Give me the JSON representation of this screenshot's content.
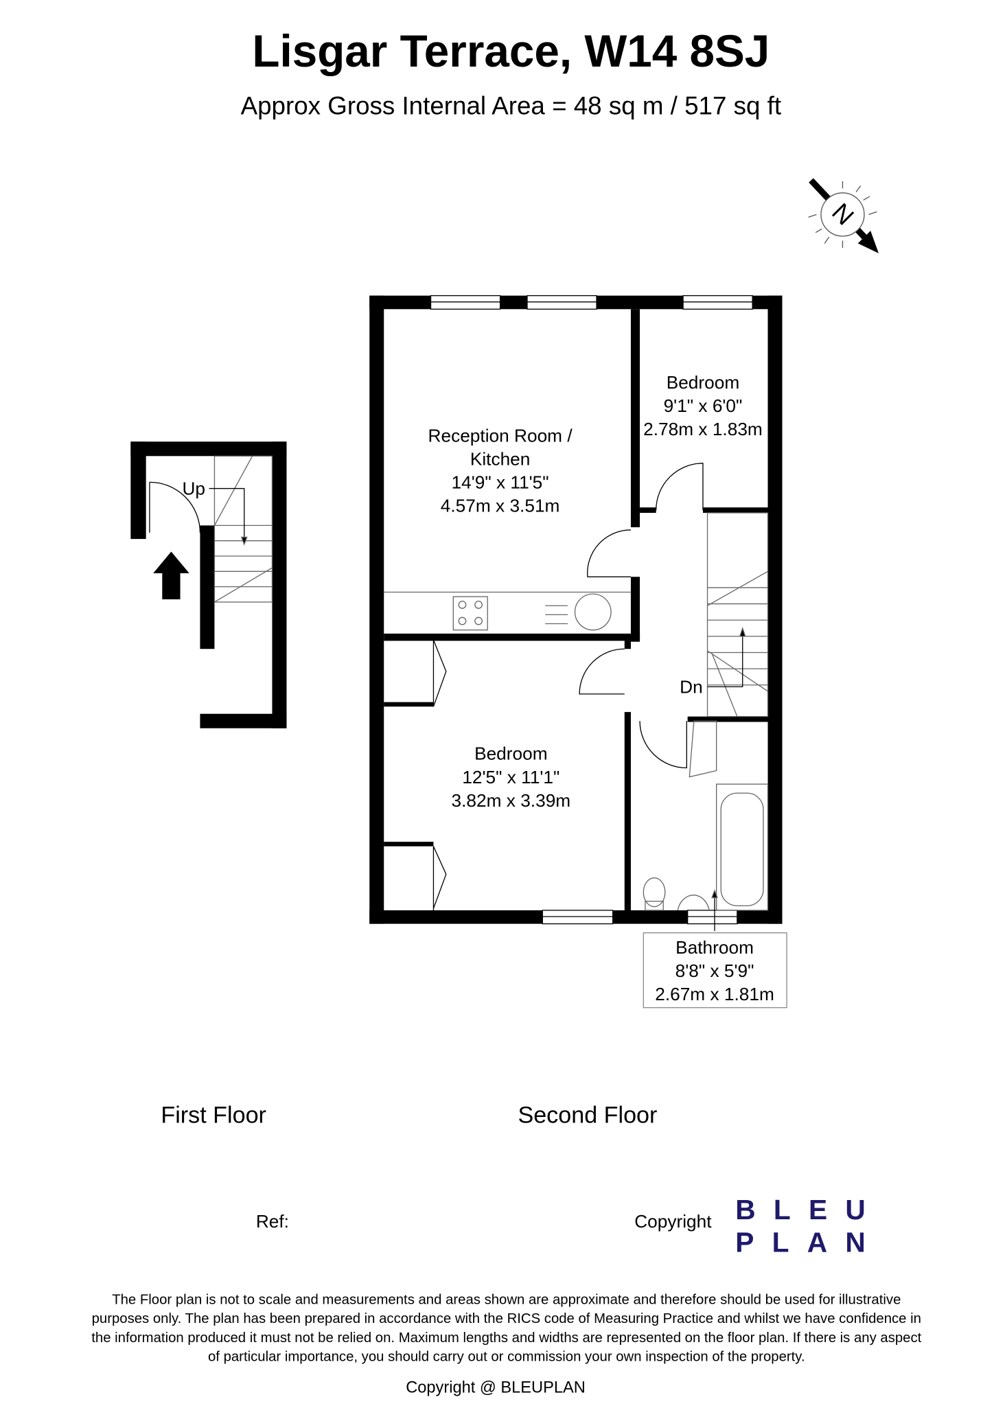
{
  "header": {
    "title": "Lisgar Terrace, W14 8SJ",
    "subtitle": "Approx Gross Internal Area = 48 sq m / 517 sq ft"
  },
  "compass": {
    "label": "N"
  },
  "rooms": {
    "reception": {
      "name1": "Reception Room /",
      "name2": "Kitchen",
      "imperial": "14'9\" x 11'5\"",
      "metric": "4.57m x 3.51m"
    },
    "bedroom_small": {
      "name": "Bedroom",
      "imperial": "9'1\" x 6'0\"",
      "metric": "2.78m x 1.83m"
    },
    "bedroom_large": {
      "name": "Bedroom",
      "imperial": "12'5\" x 11'1\"",
      "metric": "3.82m x 3.39m"
    },
    "bathroom": {
      "name": "Bathroom",
      "imperial": "8'8\" x 5'9\"",
      "metric": "2.67m x 1.81m"
    }
  },
  "stairs": {
    "up": "Up",
    "down": "Dn"
  },
  "floors": {
    "first": "First Floor",
    "second": "Second Floor"
  },
  "footer": {
    "ref_label": "Ref:",
    "copyright_label": "Copyright",
    "logo_line1": "BLEU",
    "logo_line2": "PLAN",
    "disclaimer": [
      "The Floor plan is not to scale and measurements and areas shown are approximate and therefore should be used for illustrative",
      "purposes only. The plan has been prepared in accordance with the RICS code of Measuring Practice and whilst we have confidence in",
      "the information produced it must not be relied on. Maximum lengths and widths are represented on the floor plan. If there is any aspect",
      "of particular importance, you should carry out or commission your own inspection of the property."
    ],
    "copyright_line": "Copyright @ BLEUPLAN"
  },
  "colors": {
    "logo": "#1f1a6b",
    "walls": "#000000"
  }
}
